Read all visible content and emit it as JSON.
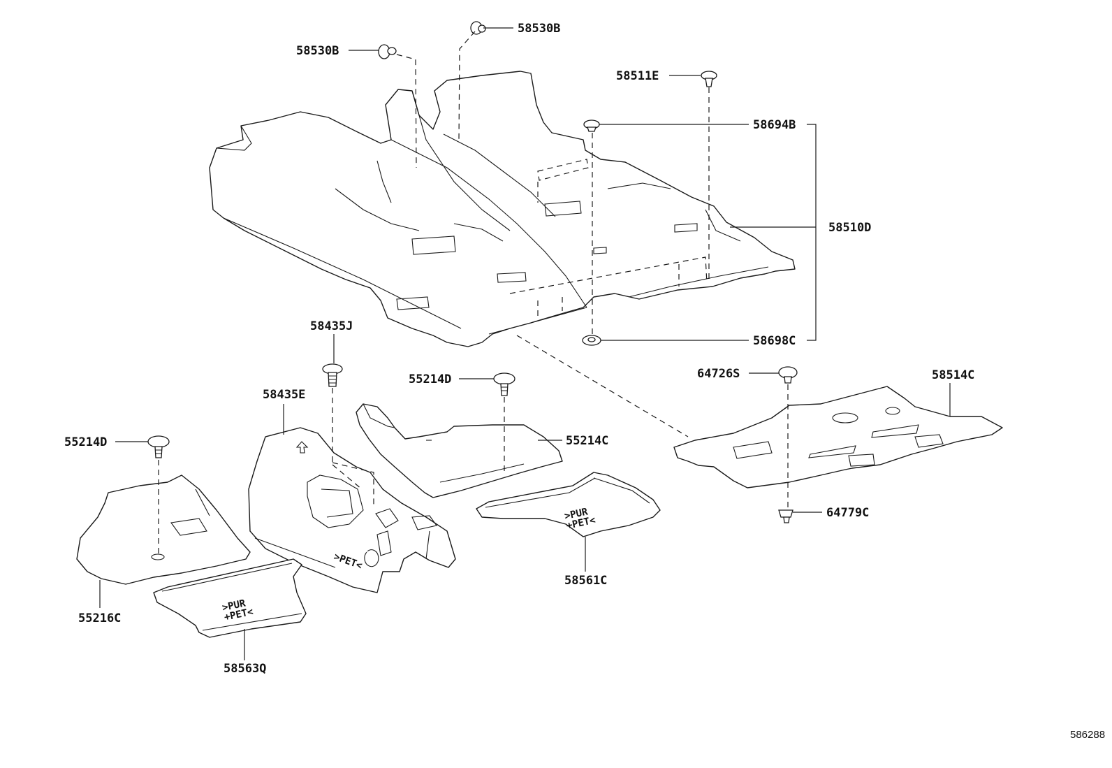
{
  "figure_number": "586288",
  "callouts": {
    "clip_58530B_left": "58530B",
    "clip_58530B_top": "58530B",
    "clip_58511E": "58511E",
    "clip_58694B": "58694B",
    "carpet_58510D": "58510D",
    "clip_58698C": "58698C",
    "clip_58435J": "58435J",
    "clip_55214D_center": "55214D",
    "silencer_58435E": "58435E",
    "clip_55214D_left": "55214D",
    "silencer_55214C": "55214C",
    "clip_64726S": "64726S",
    "pad_58514C": "58514C",
    "clip_64779C": "64779C",
    "silencer_55216C": "55216C",
    "mat_58561C": "58561C",
    "mat_58563Q": "58563Q"
  },
  "stamps": {
    "pet": ">PET<",
    "pur_line": ">PUR",
    "pet_line": "+PET<"
  }
}
